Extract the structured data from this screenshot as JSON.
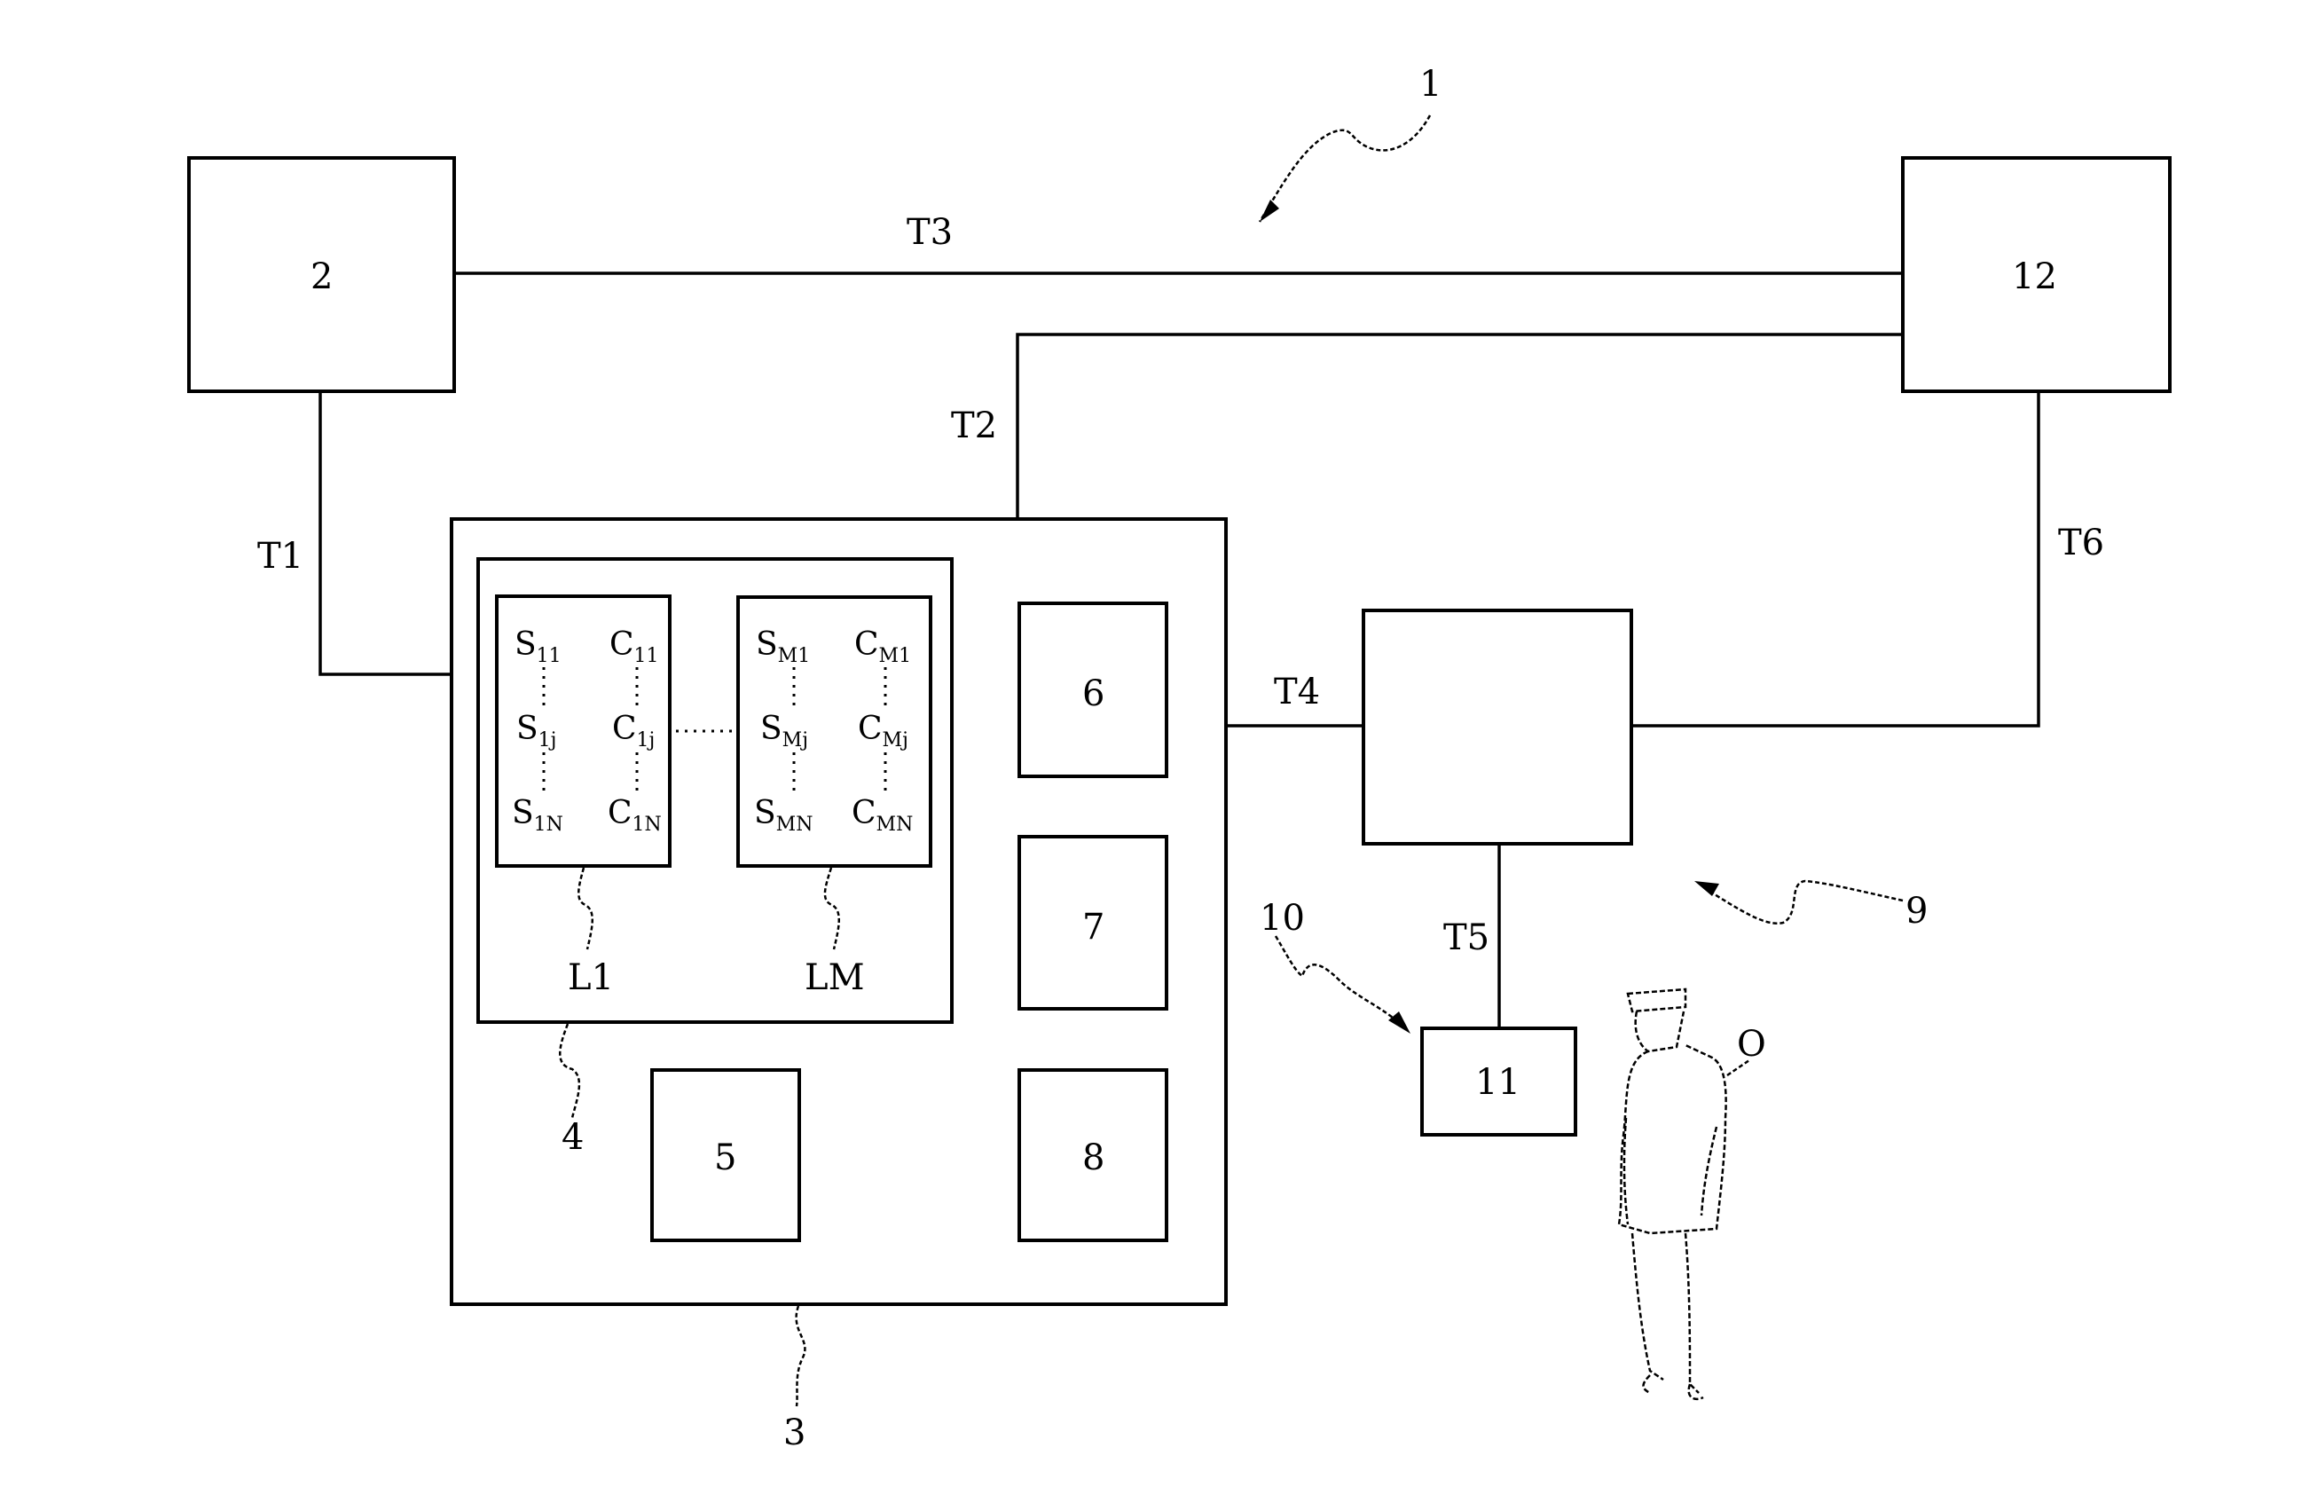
{
  "figure": {
    "system_ref": "1",
    "blocks": [
      {
        "id": "2",
        "label": "2"
      },
      {
        "id": "12",
        "label": "12"
      },
      {
        "id": "3",
        "label": "3"
      },
      {
        "id": "4",
        "label": "4"
      },
      {
        "id": "5",
        "label": "5"
      },
      {
        "id": "6",
        "label": "6"
      },
      {
        "id": "7",
        "label": "7"
      },
      {
        "id": "8",
        "label": "8"
      },
      {
        "id": "9",
        "label": "9"
      },
      {
        "id": "10",
        "label": "10"
      },
      {
        "id": "11",
        "label": "11"
      }
    ],
    "links": [
      {
        "id": "T1",
        "label": "T1",
        "from": "2",
        "to": "3"
      },
      {
        "id": "T2",
        "label": "T2",
        "from": "12",
        "to": "3"
      },
      {
        "id": "T3",
        "label": "T3",
        "from": "2",
        "to": "12"
      },
      {
        "id": "T4",
        "label": "T4",
        "from": "3",
        "to": "9"
      },
      {
        "id": "T5",
        "label": "T5",
        "from": "9",
        "to": "11"
      },
      {
        "id": "T6",
        "label": "T6",
        "from": "9",
        "to": "12"
      }
    ],
    "lists": [
      {
        "label": "L1",
        "s": [
          {
            "base": "S",
            "sub": "11"
          },
          {
            "base": "S",
            "sub": "1j"
          },
          {
            "base": "S",
            "sub": "1N"
          }
        ],
        "c": [
          {
            "base": "C",
            "sub": "11"
          },
          {
            "base": "C",
            "sub": "1j"
          },
          {
            "base": "C",
            "sub": "1N"
          }
        ]
      },
      {
        "label": "LM",
        "s": [
          {
            "base": "S",
            "sub": "M1"
          },
          {
            "base": "S",
            "sub": "Mj"
          },
          {
            "base": "S",
            "sub": "MN"
          }
        ],
        "c": [
          {
            "base": "C",
            "sub": "M1"
          },
          {
            "base": "C",
            "sub": "Mj"
          },
          {
            "base": "C",
            "sub": "MN"
          }
        ]
      }
    ],
    "operator_label": "O"
  }
}
